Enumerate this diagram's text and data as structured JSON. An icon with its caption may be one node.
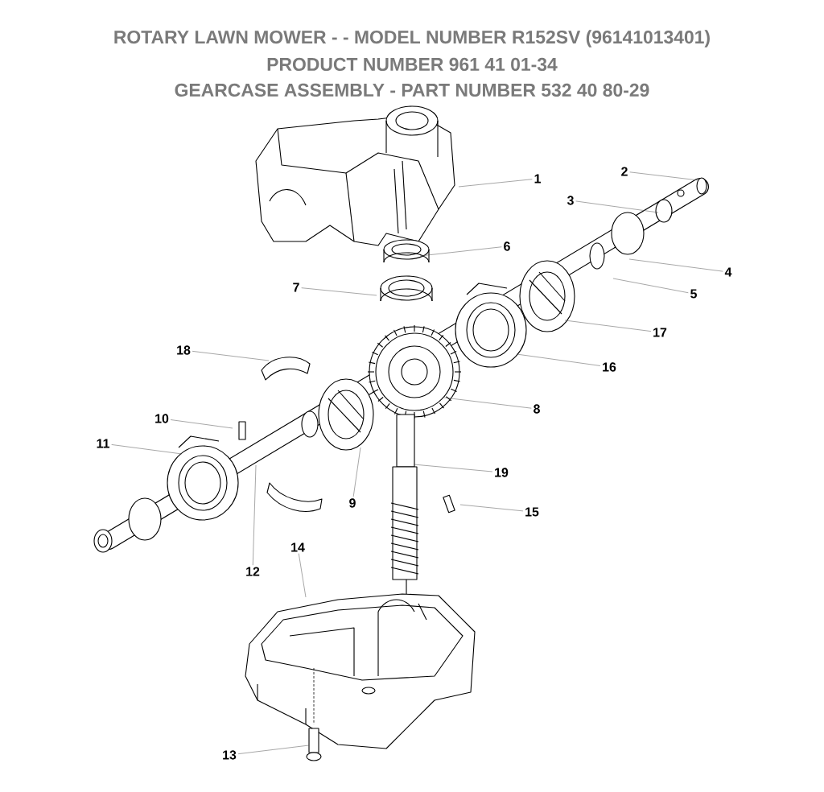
{
  "diagram": {
    "title": "ROTARY LAWN MOWER - - MODEL NUMBER **R152SV** (96141013401)",
    "nodes": [
      {
        "text": [
          "1"
        ]
      },
      {
        "text": [
          "2"
        ]
      },
      {
        "text": [
          "3"
        ]
      },
      {
        "text": [
          "4"
        ]
      },
      {
        "text": [
          "5"
        ]
      },
      {
        "text": [
          "6"
        ]
      },
      {
        "text": [
          "7"
        ]
      },
      {
        "text": [
          "8"
        ]
      },
      {
        "text": [
          "9"
        ]
      },
      {
        "text": [
          "10"
        ]
      },
      {
        "text": [
          "11"
        ]
      },
      {
        "text": [
          "12"
        ]
      },
      {
        "text": [
          "13"
        ]
      },
      {
        "text": [
          "14"
        ]
      },
      {
        "text": [
          "15"
        ]
      },
      {
        "text": [
          "16"
        ]
      },
      {
        "text": [
          "17"
        ]
      },
      {
        "text": [
          "18"
        ]
      },
      {
        "text": [
          "19"
        ]
      }
    ],
    "edges": [
      {
        "from": 0,
        "to": null,
        "arrow": "none"
      },
      {
        "from": 1,
        "to": null,
        "arrow": "none"
      },
      {
        "from": 2,
        "to": null,
        "arrow": "none"
      },
      {
        "from": 3,
        "to": null,
        "arrow": "none"
      },
      {
        "from": 4,
        "to": null,
        "arrow": "none"
      },
      {
        "from": 5,
        "to": null,
        "arrow": "none"
      },
      {
        "from": 6,
        "to": null,
        "arrow": "none"
      },
      {
        "from": 7,
        "to": null,
        "arrow": "none"
      },
      {
        "from": 8,
        "to": null,
        "arrow": "none"
      },
      {
        "from": 9,
        "to": null,
        "arrow": "none"
      },
      {
        "from": 10,
        "to": null,
        "arrow": "none"
      },
      {
        "from": 11,
        "to": null,
        "arrow": "none"
      },
      {
        "from": 12,
        "to": null,
        "arrow": "none"
      },
      {
        "from": 13,
        "to": null,
        "arrow": "none"
      },
      {
        "from": 14,
        "to": null,
        "arrow": "none"
      },
      {
        "from": 15,
        "to": null,
        "arrow": "none"
      },
      {
        "from": 16,
        "to": null,
        "arrow": "none"
      },
      {
        "from": 17,
        "to": null,
        "arrow": "none"
      },
      {
        "from": 18,
        "to": null,
        "arrow": "none"
      }
    ],
    "labels": [
      "PRODUCT NUMBER 961 41 01-34",
      "GEARCASE ASSEMBLY - PART NUMBER 532 40 80-29"
    ]
  }
}
